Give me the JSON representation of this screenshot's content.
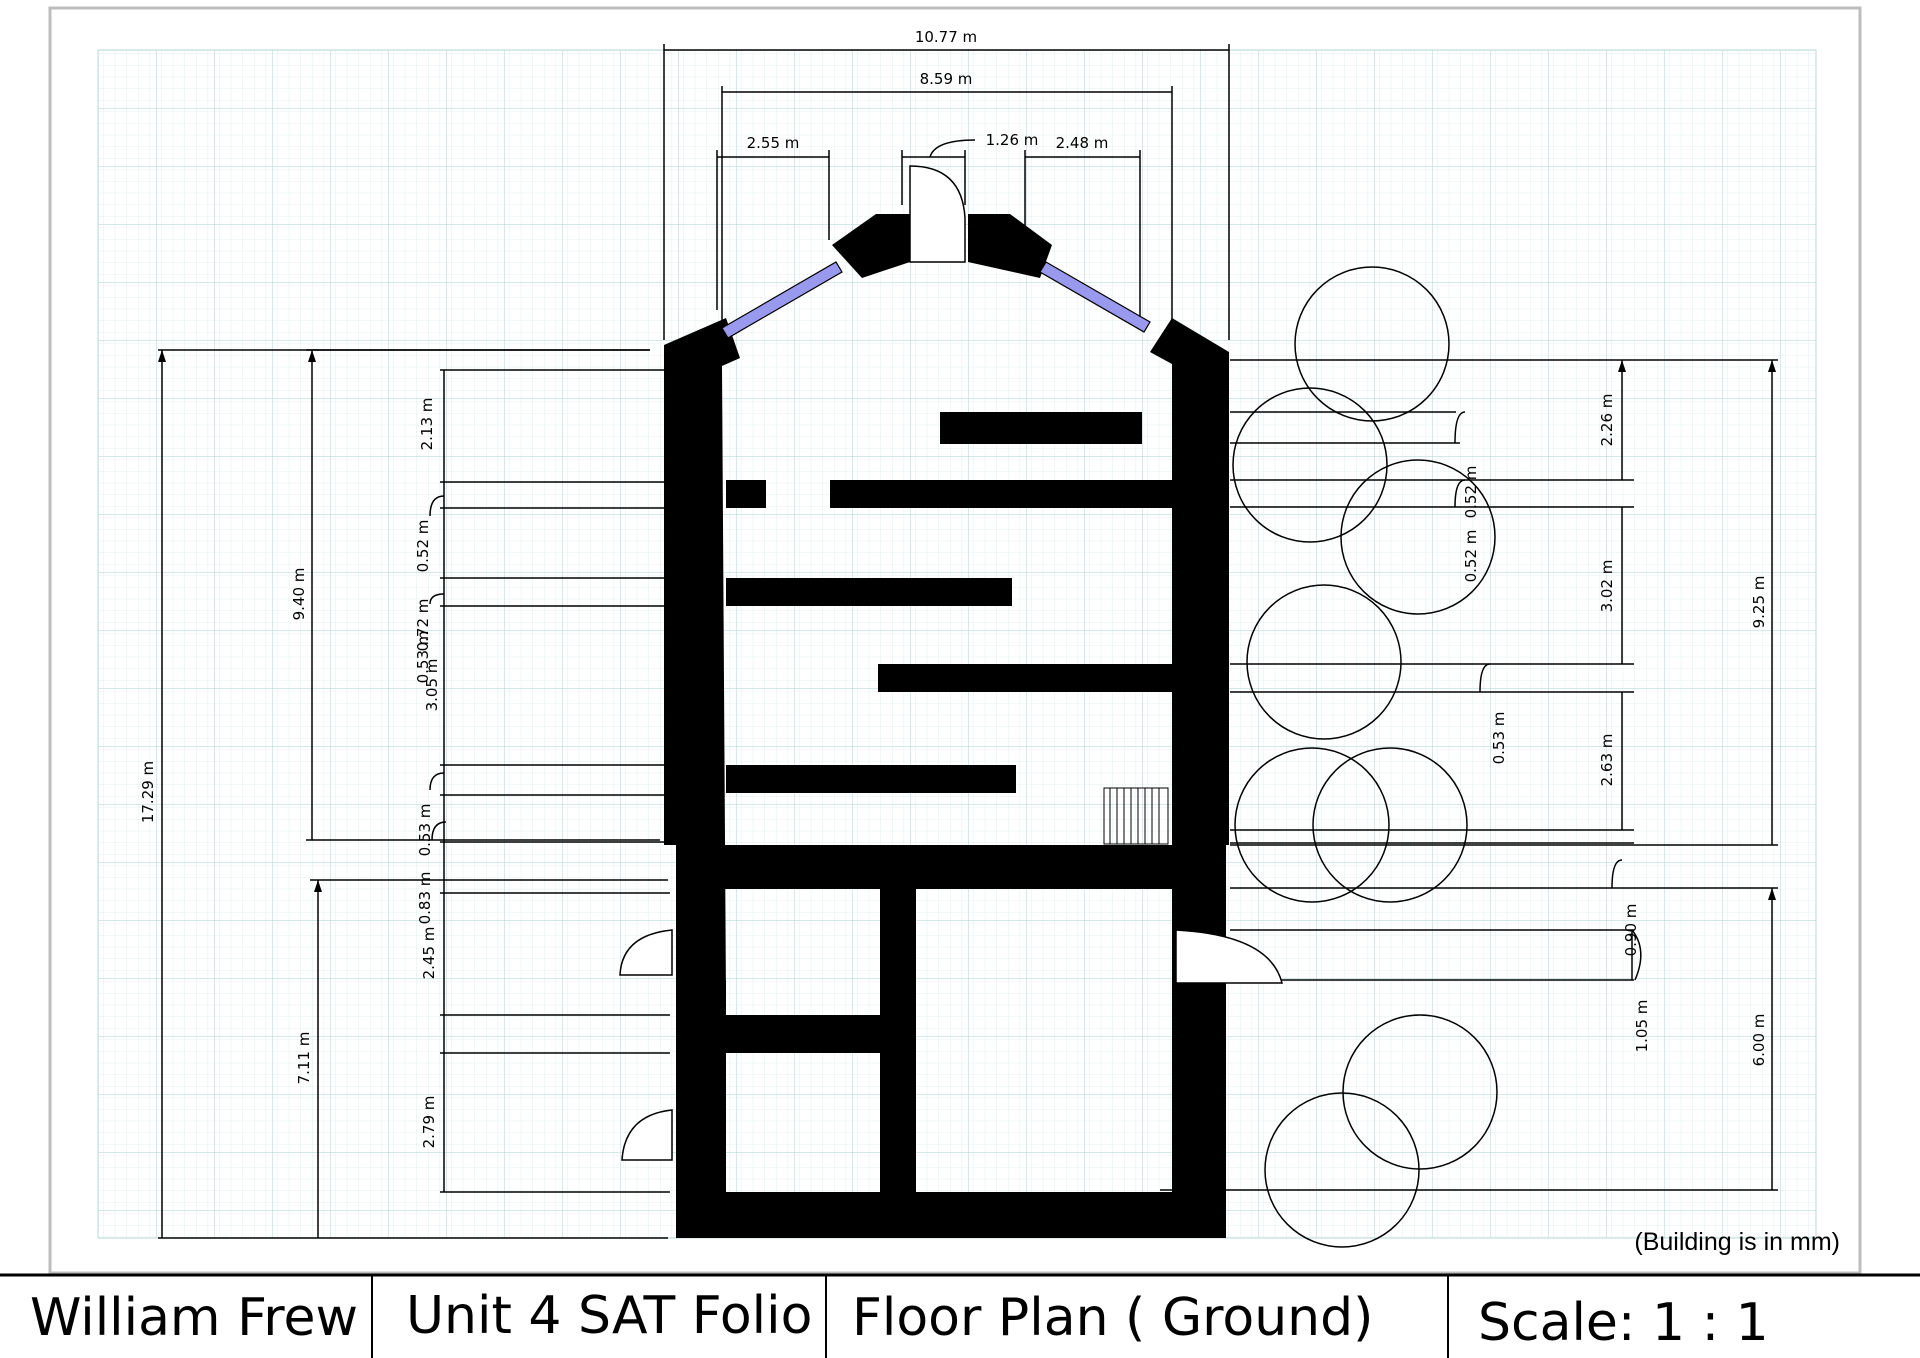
{
  "drawing": {
    "note": "(Building is in mm)",
    "colors": {
      "grid": "#cfe3e3",
      "wall": "#000000",
      "glass": "#9999ee",
      "border": "#bdbdbd"
    }
  },
  "dimensions": {
    "top_overall": "10.77 m",
    "top_inner": "8.59 m",
    "top_left_bay": "2.55 m",
    "top_door": "1.26 m",
    "top_right_bay": "2.48 m",
    "left_total": "17.29 m",
    "left_upper": "9.40 m",
    "left_lower": "7.11 m",
    "left_a": "2.13 m",
    "left_b": "0.52 m",
    "left_c": "0.53 m",
    "left_d": "0.72 m",
    "left_e": "3.05 m",
    "left_f": "0.53 m",
    "left_g": "0.83 m",
    "left_h": "2.45 m",
    "left_i": "2.79 m",
    "right_a": "2.26 m",
    "right_b": "0.52 m",
    "right_c": "0.52 m",
    "right_d": "3.02 m",
    "right_e": "0.53 m",
    "right_f": "2.63 m",
    "right_g": "0.90 m",
    "right_h": "1.05 m",
    "right_total_upper": "9.25 m",
    "right_total_lower": "6.00 m"
  },
  "title_block": {
    "author": "William Frew",
    "unit": "Unit 4 SAT Folio",
    "title": "Floor Plan ( Ground)",
    "scale": "Scale: 1 : 1"
  }
}
